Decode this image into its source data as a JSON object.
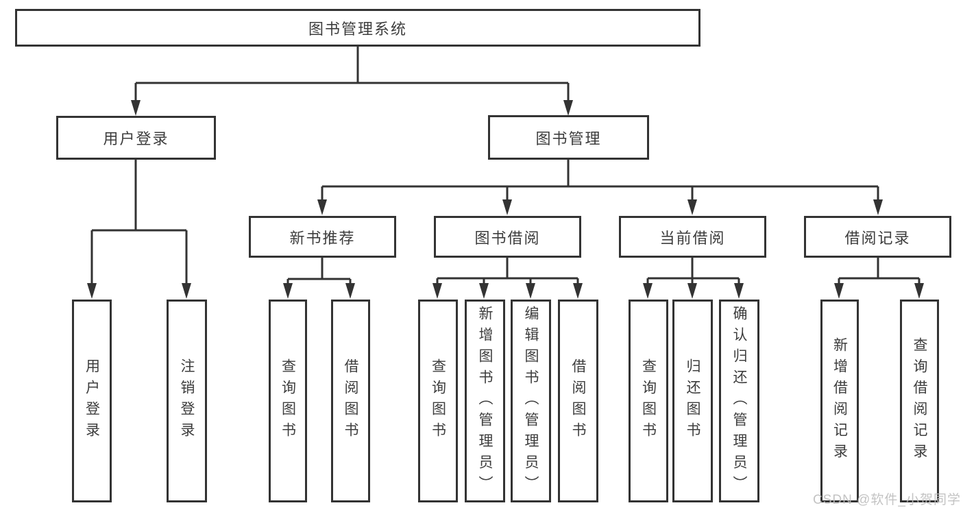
{
  "diagram_title": "图书管理系统",
  "nodes": {
    "root": {
      "label": "图书管理系统"
    },
    "level2": [
      {
        "label": "用户登录"
      },
      {
        "label": "图书管理"
      }
    ],
    "level3": [
      {
        "label": "新书推荐"
      },
      {
        "label": "图书借阅"
      },
      {
        "label": "当前借阅"
      },
      {
        "label": "借阅记录"
      }
    ],
    "leaves": [
      {
        "label": "用户登录"
      },
      {
        "label": "注销登录"
      },
      {
        "label": "查询图书"
      },
      {
        "label": "借阅图书"
      },
      {
        "label": "查询图书"
      },
      {
        "label": "新增图书（管理员）"
      },
      {
        "label": "编辑图书（管理员）"
      },
      {
        "label": "借阅图书"
      },
      {
        "label": "查询图书"
      },
      {
        "label": "归还图书"
      },
      {
        "label": "确认归还（管理员）"
      },
      {
        "label": "新增借阅记录"
      },
      {
        "label": "查询借阅记录"
      }
    ]
  },
  "watermark": "CSDN @软件_小贺同学",
  "colors": {
    "line": "#333333",
    "text": "#3d3d3d",
    "watermark": "#bdbdbd",
    "background": "#ffffff"
  }
}
